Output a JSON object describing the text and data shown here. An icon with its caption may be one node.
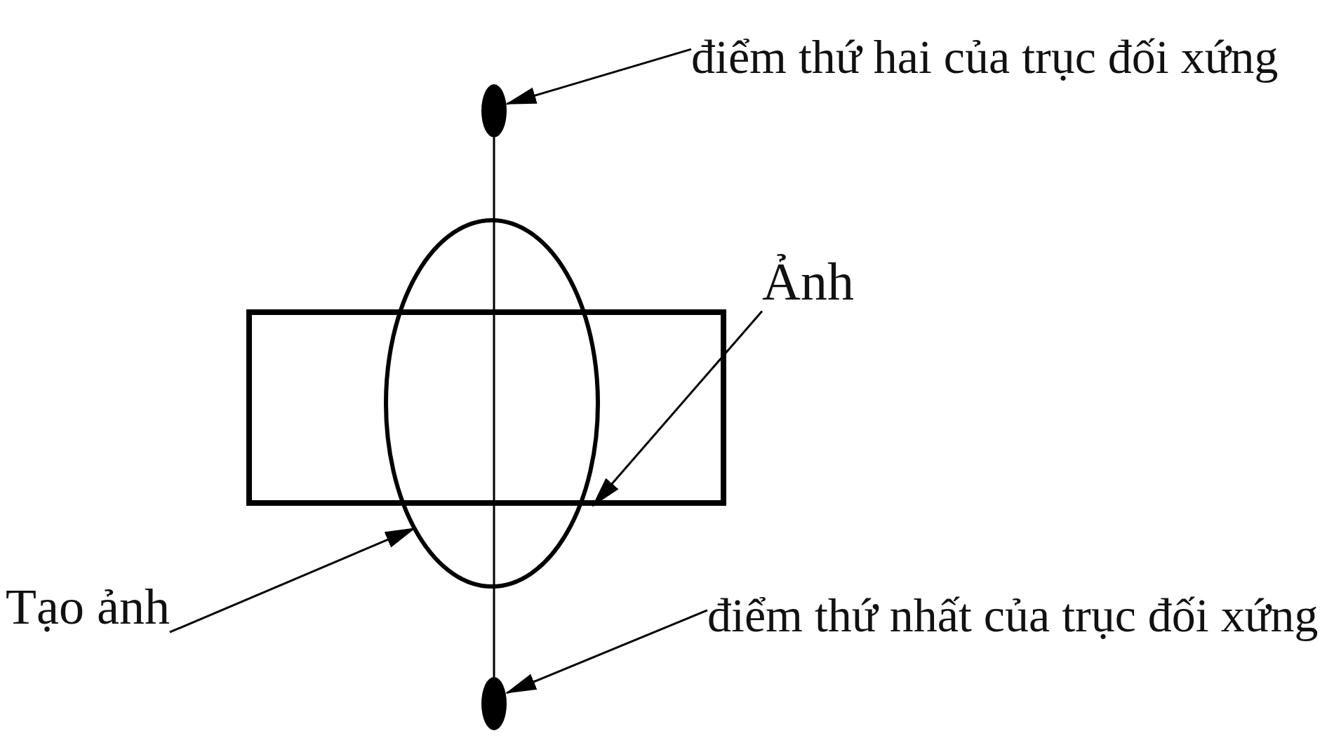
{
  "diagram": {
    "nodes": [
      {
        "text": [
          "điểm thứ hai của trục đối xứng"
        ]
      },
      {
        "text": [],
        "shape": "circle"
      },
      {
        "text": [
          "Ảnh"
        ]
      },
      {
        "text": [],
        "shape": "box"
      },
      {
        "text": [],
        "shape": "circle"
      },
      {
        "text": [
          "Tạo ảnh"
        ]
      },
      {
        "text": [
          "điểm thứ nhất của trục đối xứng"
        ]
      },
      {
        "text": [],
        "shape": "circle"
      }
    ],
    "edges": [
      {
        "from": 0,
        "to": 1,
        "arrow": "to"
      },
      {
        "from": 2,
        "to": 3,
        "arrow": "to"
      },
      {
        "from": 5,
        "to": 4,
        "arrow": "to"
      },
      {
        "from": 6,
        "to": 7,
        "arrow": "to"
      }
    ]
  }
}
